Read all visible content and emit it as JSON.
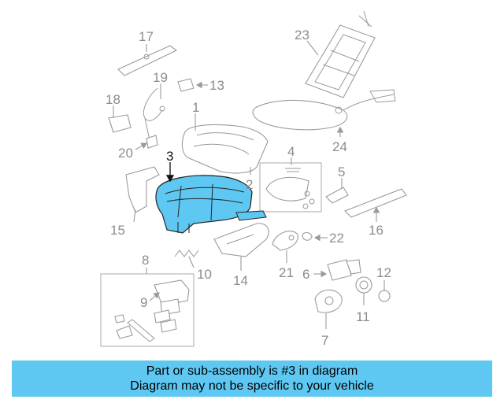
{
  "diagram": {
    "highlighted_part": "3",
    "highlight_color": "#5ec8f2",
    "callouts": [
      "1",
      "2",
      "3",
      "4",
      "5",
      "6",
      "7",
      "8",
      "9",
      "10",
      "11",
      "12",
      "13",
      "14",
      "15",
      "16",
      "17",
      "18",
      "19",
      "20",
      "21",
      "22",
      "23",
      "24"
    ]
  },
  "banner": {
    "background_color": "#5ec8f2",
    "line1": "Part or sub-assembly is #3 in diagram",
    "line2": "Diagram may not be specific to your vehicle"
  }
}
